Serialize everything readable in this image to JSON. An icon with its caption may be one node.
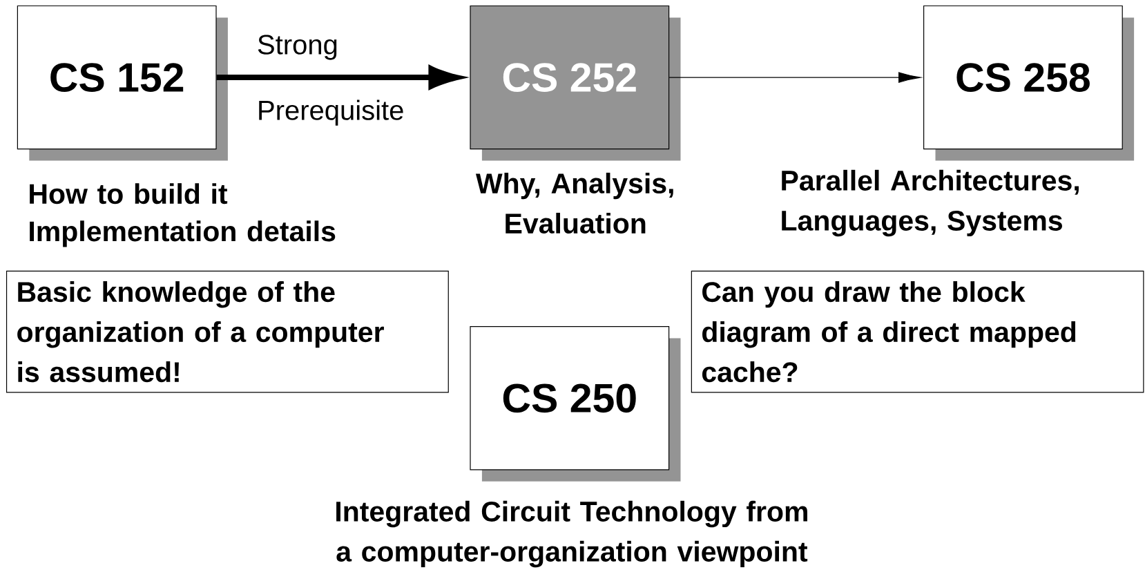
{
  "diagram": {
    "nodes": [
      {
        "text": [
          "CS 152"
        ],
        "beside": [
          "How to build it",
          "Implementation details"
        ]
      },
      {
        "text": [
          "CS 252"
        ],
        "beside": [
          "Why, Analysis, Evaluation"
        ]
      },
      {
        "text": [
          "CS 258"
        ],
        "beside": [
          "Parallel Architectures, Languages, Systems"
        ]
      },
      {
        "text": [
          "Basic knowledge of the organization of a computer is assumed!"
        ]
      },
      {
        "text": [
          "CS 250"
        ],
        "beside": [
          "Integrated Circuit Technology from a computer-organization viewpoint"
        ]
      },
      {
        "text": [
          "Can you draw the block diagram of a direct mapped cache?"
        ]
      }
    ],
    "edges": [
      {
        "from": 0,
        "to": 1,
        "arrow": "to",
        "label": "Strong Prerequisite",
        "style": "thick"
      },
      {
        "from": 1,
        "to": 2,
        "arrow": "to"
      }
    ]
  }
}
